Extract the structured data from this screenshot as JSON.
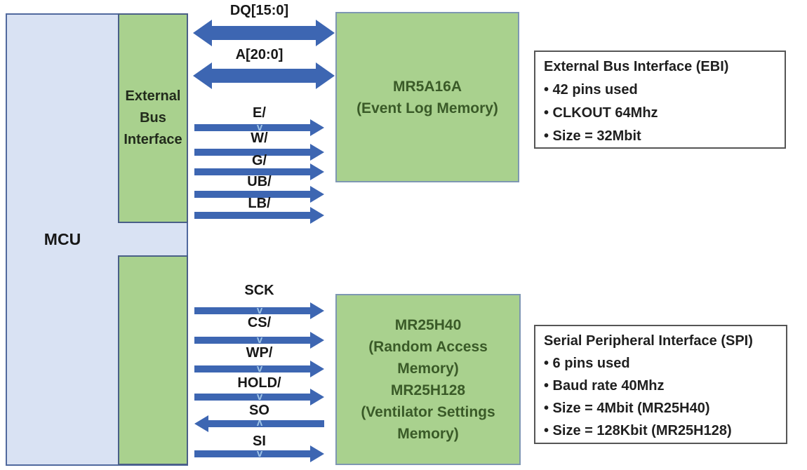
{
  "colors": {
    "mcu_fill": "#d9e2f3",
    "mcu_border": "#50699e",
    "block_green": "#a9d18e",
    "memory_border": "#7e97b2",
    "sub_border": "#4a5f87",
    "arrow_blue": "#3d66b2",
    "chevron_blue": "#9dc3e6",
    "memory_text": "#3a5a28",
    "ebi_label_text": "#222b1c",
    "info_border": "#555555",
    "info_text": "#1f1f1f",
    "label_text": "#171717"
  },
  "mcu_label": "MCU",
  "ebi_block_label": "External Bus Interface",
  "memory1_lines": [
    "MR5A16A",
    "(Event Log Memory)"
  ],
  "memory2_lines": [
    "MR25H40",
    "(Random Access",
    "Memory)",
    "MR25H128",
    "(Ventilator Settings",
    "Memory)"
  ],
  "ebi_signals": [
    {
      "name": "DQ[15:0]",
      "direction": "bidirectional"
    },
    {
      "name": "A[20:0]",
      "direction": "bidirectional"
    },
    {
      "name": "E/",
      "direction": "right"
    },
    {
      "name": "W/",
      "direction": "right"
    },
    {
      "name": "G/",
      "direction": "right"
    },
    {
      "name": "UB/",
      "direction": "right"
    },
    {
      "name": "LB/",
      "direction": "right"
    }
  ],
  "spi_signals": [
    {
      "name": "SCK",
      "direction": "right"
    },
    {
      "name": "CS/",
      "direction": "right"
    },
    {
      "name": "WP/",
      "direction": "right"
    },
    {
      "name": "HOLD/",
      "direction": "right"
    },
    {
      "name": "SO",
      "direction": "left"
    },
    {
      "name": "SI",
      "direction": "right"
    }
  ],
  "ebi_info": {
    "title": "External Bus Interface (EBI)",
    "bullets": [
      "• 42 pins used",
      "• CLKOUT 64Mhz",
      "• Size = 32Mbit"
    ]
  },
  "spi_info": {
    "title": "Serial Peripheral Interface (SPI)",
    "bullets": [
      "• 6 pins used",
      "• Baud rate 40Mhz",
      "• Size = 4Mbit (MR25H40)",
      "• Size = 128Kbit (MR25H128)"
    ]
  },
  "marks": {
    "glyph": "v"
  }
}
